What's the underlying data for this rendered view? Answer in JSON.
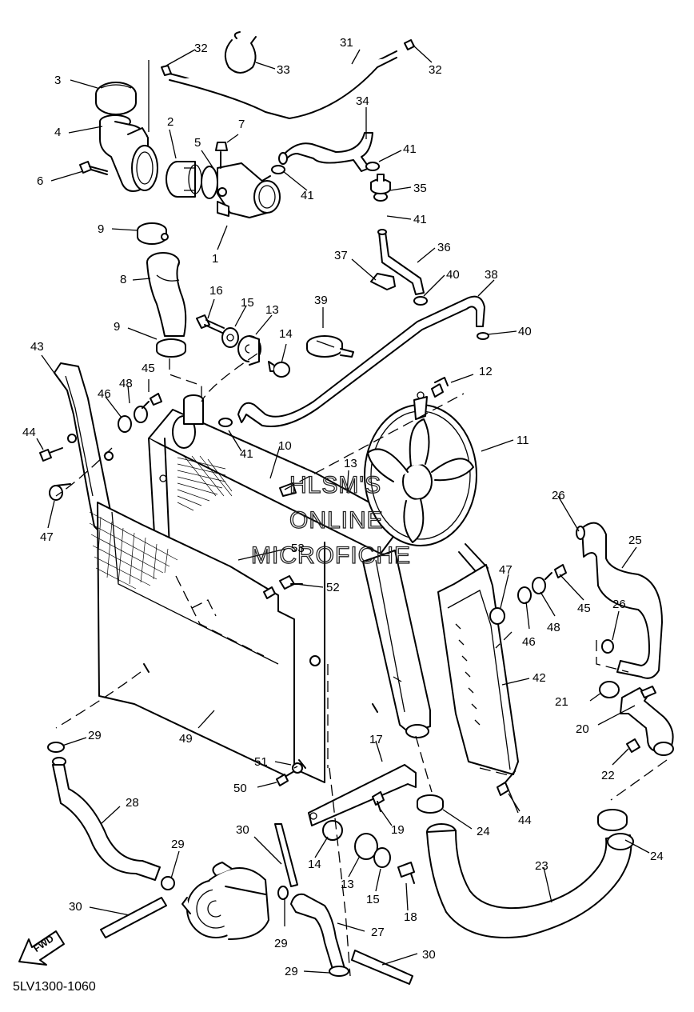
{
  "diagram": {
    "code": "5LV1300-1060",
    "watermark": [
      "HLSM'S",
      "ONLINE",
      "MICROFICHE"
    ],
    "fwd_label": "FWD",
    "callouts": [
      {
        "label": "1"
      },
      {
        "label": "2"
      },
      {
        "label": "3"
      },
      {
        "label": "4"
      },
      {
        "label": "5"
      },
      {
        "label": "6"
      },
      {
        "label": "7"
      },
      {
        "label": "8"
      },
      {
        "label": "9"
      },
      {
        "label": "9"
      },
      {
        "label": "10"
      },
      {
        "label": "11"
      },
      {
        "label": "12"
      },
      {
        "label": "13"
      },
      {
        "label": "13"
      },
      {
        "label": "13"
      },
      {
        "label": "14"
      },
      {
        "label": "14"
      },
      {
        "label": "15"
      },
      {
        "label": "15"
      },
      {
        "label": "16"
      },
      {
        "label": "17"
      },
      {
        "label": "18"
      },
      {
        "label": "19"
      },
      {
        "label": "20"
      },
      {
        "label": "21"
      },
      {
        "label": "22"
      },
      {
        "label": "23"
      },
      {
        "label": "24"
      },
      {
        "label": "24"
      },
      {
        "label": "25"
      },
      {
        "label": "26"
      },
      {
        "label": "26"
      },
      {
        "label": "27"
      },
      {
        "label": "28"
      },
      {
        "label": "29"
      },
      {
        "label": "29"
      },
      {
        "label": "29"
      },
      {
        "label": "29"
      },
      {
        "label": "30"
      },
      {
        "label": "30"
      },
      {
        "label": "30"
      },
      {
        "label": "31"
      },
      {
        "label": "32"
      },
      {
        "label": "32"
      },
      {
        "label": "33"
      },
      {
        "label": "34"
      },
      {
        "label": "35"
      },
      {
        "label": "36"
      },
      {
        "label": "37"
      },
      {
        "label": "38"
      },
      {
        "label": "39"
      },
      {
        "label": "40"
      },
      {
        "label": "40"
      },
      {
        "label": "41"
      },
      {
        "label": "41"
      },
      {
        "label": "41"
      },
      {
        "label": "41"
      },
      {
        "label": "42"
      },
      {
        "label": "43"
      },
      {
        "label": "44"
      },
      {
        "label": "44"
      },
      {
        "label": "45"
      },
      {
        "label": "45"
      },
      {
        "label": "46"
      },
      {
        "label": "46"
      },
      {
        "label": "47"
      },
      {
        "label": "47"
      },
      {
        "label": "48"
      },
      {
        "label": "48"
      },
      {
        "label": "49"
      },
      {
        "label": "50"
      },
      {
        "label": "51"
      },
      {
        "label": "52"
      },
      {
        "label": "53"
      }
    ]
  }
}
